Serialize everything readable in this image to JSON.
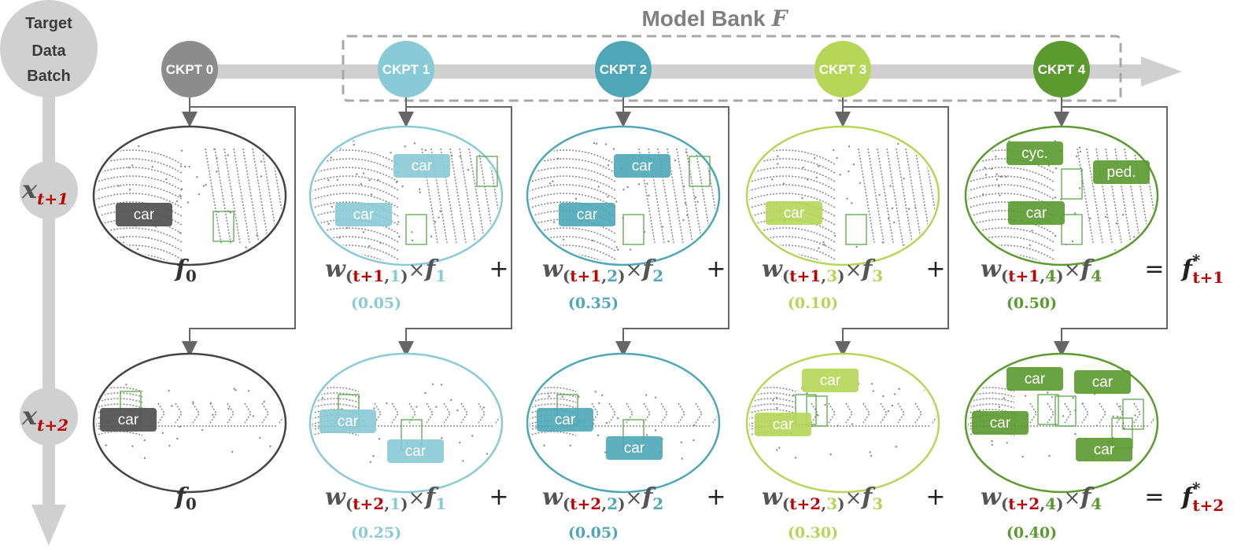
{
  "title": {
    "text": "Model Bank",
    "symbol": "F"
  },
  "side": {
    "target": [
      "Target",
      "Data",
      "Batch"
    ],
    "rows": [
      {
        "base": "x",
        "sub": "t+1"
      },
      {
        "base": "x",
        "sub": "t+2"
      }
    ]
  },
  "colors": {
    "ckpt0": "#8c8c8c",
    "ckpt1": "#88cad5",
    "ckpt2": "#4ea7b7",
    "ckpt3": "#b5d657",
    "ckpt4": "#5a9a2e",
    "red": "#c00000",
    "timeline": "#d0d0d0",
    "dashed": "#a8a8a8"
  },
  "checkpoints": [
    {
      "label": "CKPT 0",
      "color": "#8c8c8c"
    },
    {
      "label": "CKPT 1",
      "color": "#88cad5"
    },
    {
      "label": "CKPT 2",
      "color": "#4ea7b7"
    },
    {
      "label": "CKPT 3",
      "color": "#b5d657"
    },
    {
      "label": "CKPT 4",
      "color": "#5a9a2e"
    }
  ],
  "rows": [
    {
      "f0_label": "f",
      "f0_sub": "0",
      "terms": [
        {
          "w": "w",
          "t": "t+1",
          "k": "1",
          "f_sub": "1",
          "weight": "(0.05)",
          "op": "+"
        },
        {
          "w": "w",
          "t": "t+1",
          "k": "2",
          "f_sub": "2",
          "weight": "(0.35)",
          "op": "+"
        },
        {
          "w": "w",
          "t": "t+1",
          "k": "3",
          "f_sub": "3",
          "weight": "(0.10)",
          "op": "+"
        },
        {
          "w": "w",
          "t": "t+1",
          "k": "4",
          "f_sub": "4",
          "weight": "(0.50)",
          "op": "="
        }
      ],
      "result": {
        "base": "f",
        "sup": "*",
        "sub": "t+1"
      },
      "labels": [
        [
          "car"
        ],
        [
          "car",
          "car"
        ],
        [
          "car",
          "car"
        ],
        [
          "car"
        ],
        [
          "cyc.",
          "ped.",
          "car"
        ]
      ]
    },
    {
      "f0_label": "f",
      "f0_sub": "0",
      "terms": [
        {
          "w": "w",
          "t": "t+2",
          "k": "1",
          "f_sub": "1",
          "weight": "(0.25)",
          "op": "+"
        },
        {
          "w": "w",
          "t": "t+2",
          "k": "2",
          "f_sub": "2",
          "weight": "(0.05)",
          "op": "+"
        },
        {
          "w": "w",
          "t": "t+2",
          "k": "3",
          "f_sub": "3",
          "weight": "(0.30)",
          "op": "+"
        },
        {
          "w": "w",
          "t": "t+2",
          "k": "4",
          "f_sub": "4",
          "weight": "(0.40)",
          "op": "="
        }
      ],
      "result": {
        "base": "f",
        "sup": "*",
        "sub": "t+2"
      },
      "labels": [
        [
          "car"
        ],
        [
          "car",
          "car"
        ],
        [
          "car",
          "car"
        ],
        [
          "car",
          "car"
        ],
        [
          "car",
          "car",
          "car",
          "car"
        ]
      ]
    }
  ]
}
